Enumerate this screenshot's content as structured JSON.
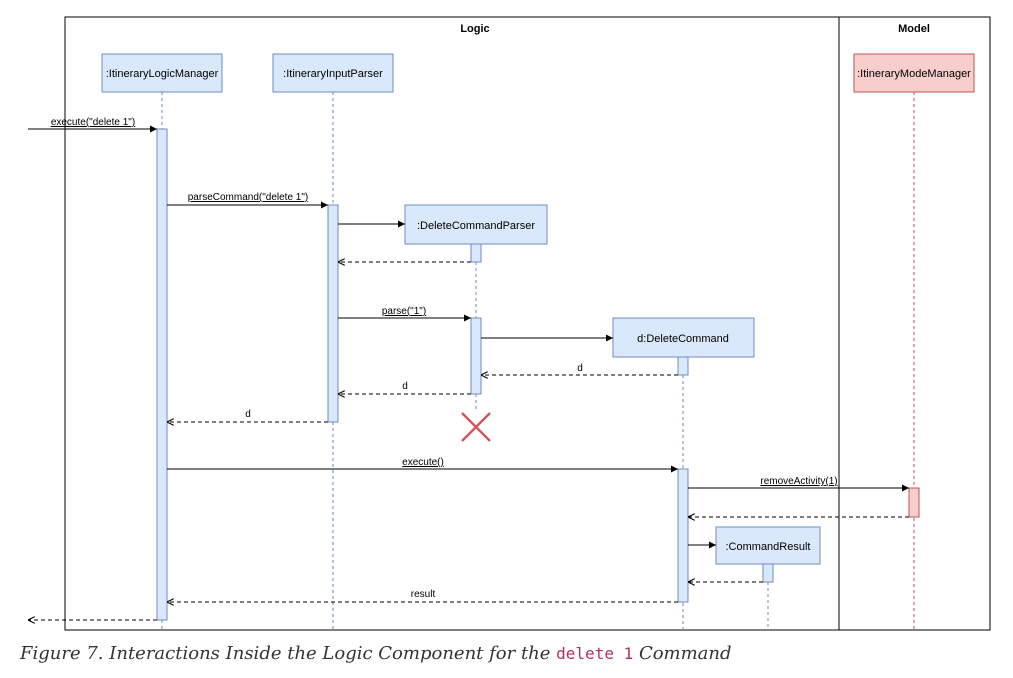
{
  "frames": {
    "logic": "Logic",
    "model": "Model"
  },
  "participants": {
    "itinerary_logic_manager": ":ItineraryLogicManager",
    "itinerary_input_parser": ":ItineraryInputParser",
    "delete_command_parser": ":DeleteCommandParser",
    "delete_command": "d:DeleteCommand",
    "command_result": ":CommandResult",
    "itinerary_model_manager": ":ItineraryModeManager"
  },
  "messages": {
    "execute_delete": "execute(\"delete 1\")",
    "parse_command": "parseCommand(\"delete 1\")",
    "parse": "parse(\"1\")",
    "return_d_1": "d",
    "return_d_2": "d",
    "return_d_3": "d",
    "execute": "execute()",
    "remove_activity": "removeActivity(1)",
    "result": "result"
  },
  "caption": {
    "prefix": "Figure 7. Interactions Inside the Logic Component for the ",
    "code": "delete 1",
    "suffix": " Command"
  },
  "colors": {
    "box_fill": "#dae8fc",
    "box_stroke": "#6c8ebf",
    "model_fill": "#f8cecc",
    "model_stroke": "#b85450",
    "destroy_mark": "#d05a5a"
  }
}
